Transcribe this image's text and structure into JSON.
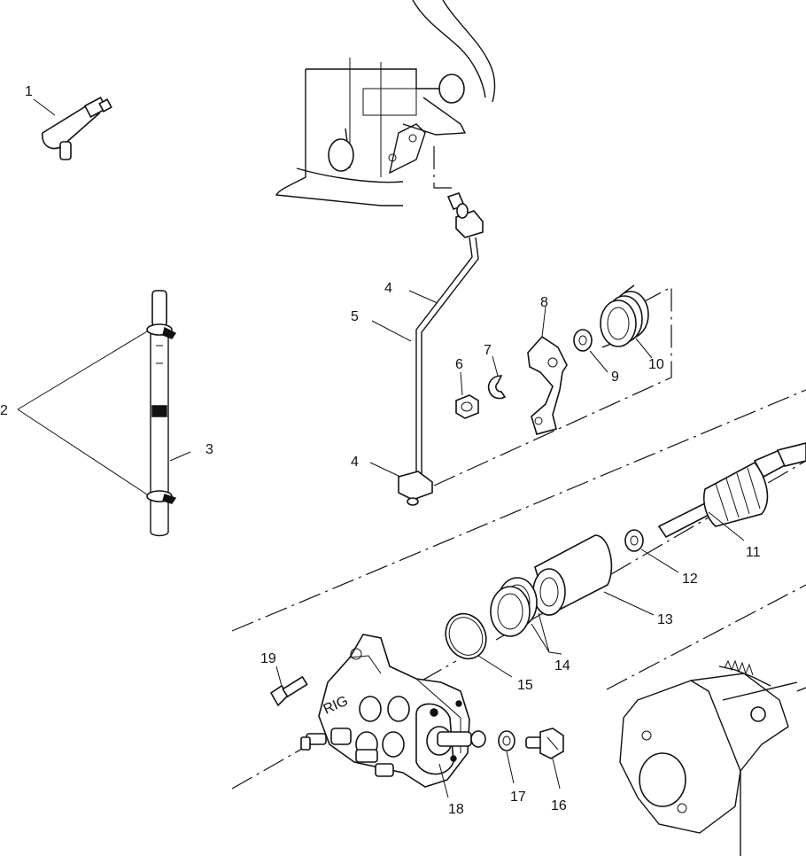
{
  "callouts": [
    {
      "id": "c1",
      "text": "1"
    },
    {
      "id": "c2",
      "text": "2"
    },
    {
      "id": "c3",
      "text": "3"
    },
    {
      "id": "c4a",
      "text": "4"
    },
    {
      "id": "c4b",
      "text": "4"
    },
    {
      "id": "c5",
      "text": "5"
    },
    {
      "id": "c6",
      "text": "6"
    },
    {
      "id": "c7",
      "text": "7"
    },
    {
      "id": "c8",
      "text": "8"
    },
    {
      "id": "c9",
      "text": "9"
    },
    {
      "id": "c10",
      "text": "10"
    },
    {
      "id": "c11",
      "text": "11"
    },
    {
      "id": "c12",
      "text": "12"
    },
    {
      "id": "c13",
      "text": "13"
    },
    {
      "id": "c14",
      "text": "14"
    },
    {
      "id": "c15",
      "text": "15"
    },
    {
      "id": "c16",
      "text": "16"
    },
    {
      "id": "c17",
      "text": "17"
    },
    {
      "id": "c18",
      "text": "18"
    },
    {
      "id": "c19",
      "text": "19"
    }
  ],
  "housing_mark": "RIG"
}
